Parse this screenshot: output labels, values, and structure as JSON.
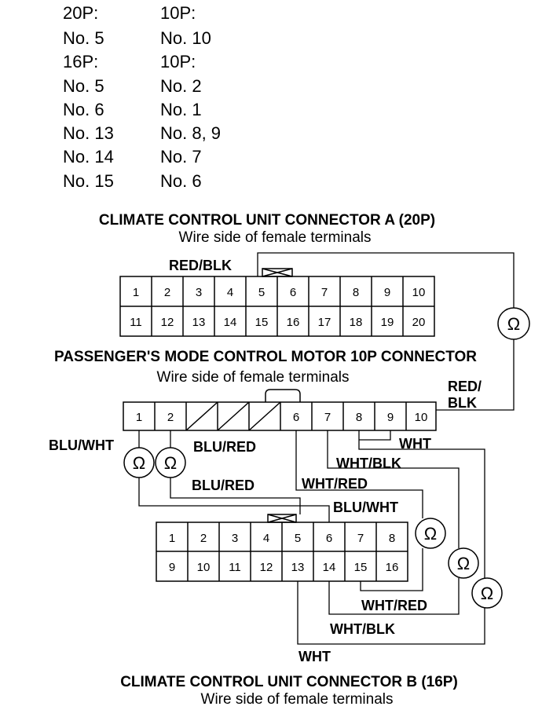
{
  "pin_table": [
    [
      "20P:",
      "10P:"
    ],
    [
      "No. 5",
      "No. 10"
    ],
    [
      "16P:",
      "10P:"
    ],
    [
      "No. 5",
      "No. 2"
    ],
    [
      "No. 6",
      "No. 1"
    ],
    [
      "No. 13",
      "No. 8, 9"
    ],
    [
      "No. 14",
      "No. 7"
    ],
    [
      "No. 15",
      "No. 6"
    ]
  ],
  "connector_a": {
    "title": "CLIMATE CONTROL UNIT CONNECTOR A (20P)",
    "subtitle": "Wire side of female terminals",
    "top_row": [
      "1",
      "2",
      "3",
      "4",
      "5",
      "6",
      "7",
      "8",
      "9",
      "10"
    ],
    "bottom_row": [
      "11",
      "12",
      "13",
      "14",
      "15",
      "16",
      "17",
      "18",
      "19",
      "20"
    ]
  },
  "motor_connector": {
    "title": "PASSENGER'S MODE CONTROL MOTOR 10P CONNECTOR",
    "subtitle": "Wire side of female terminals",
    "cells": [
      "1",
      "2",
      "",
      "",
      "",
      "6",
      "7",
      "8",
      "9",
      "10"
    ]
  },
  "connector_b": {
    "title": "CLIMATE CONTROL UNIT CONNECTOR B (16P)",
    "subtitle": "Wire side of female terminals",
    "top_row": [
      "1",
      "2",
      "3",
      "4",
      "5",
      "6",
      "7",
      "8"
    ],
    "bottom_row": [
      "9",
      "10",
      "11",
      "12",
      "13",
      "14",
      "15",
      "16"
    ]
  },
  "wires": {
    "red_blk_a": "RED/BLK",
    "red_blk_right_1": "RED/",
    "red_blk_right_2": "BLK",
    "blu_wht_left": "BLU/WHT",
    "blu_red_1": "BLU/RED",
    "blu_red_2": "BLU/RED",
    "wht_top": "WHT",
    "wht_blk_top": "WHT/BLK",
    "wht_red_top": "WHT/RED",
    "blu_wht_mid": "BLU/WHT",
    "wht_red_bottom": "WHT/RED",
    "wht_blk_bottom": "WHT/BLK",
    "wht_bottom": "WHT"
  },
  "meter_symbol": "Ω"
}
